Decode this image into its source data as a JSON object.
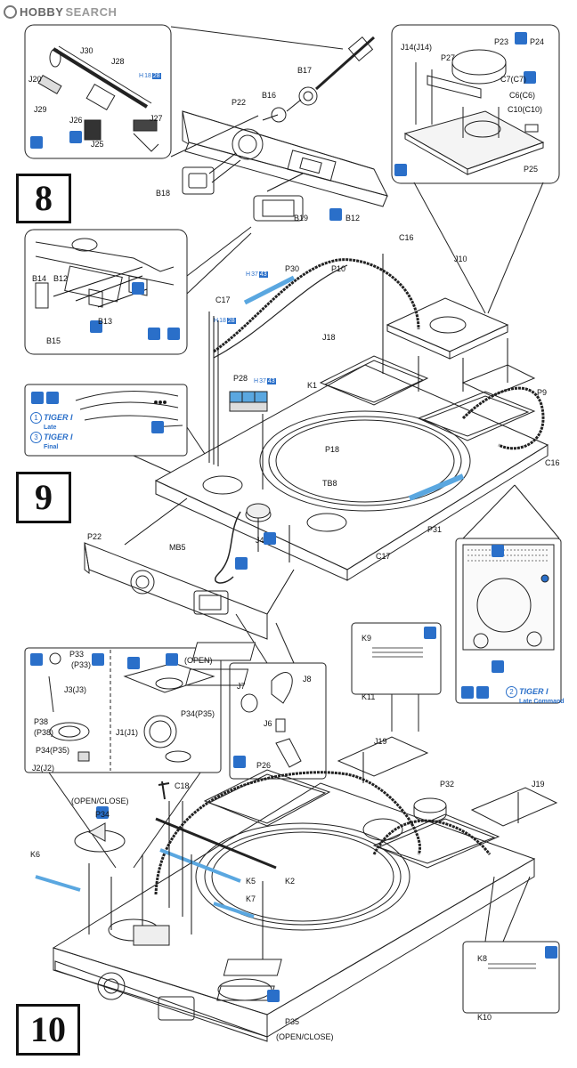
{
  "watermark": {
    "brand": "HOBBY",
    "separator": "SEARCH"
  },
  "steps": {
    "s8": "8",
    "s9": "9",
    "s10": "10"
  },
  "callouts_step8": {
    "gun_inset": [
      "J30",
      "J28",
      "J20",
      "J29",
      "J26",
      "J27",
      "J25"
    ],
    "gun_inset_h": "H",
    "gun_inset_h_vals": [
      "18",
      "28"
    ],
    "hatch_inset": [
      "J14(J14)",
      "P27",
      "P23",
      "P24",
      "C7(C7)",
      "C6(C6)",
      "C10(C10)",
      "P25"
    ],
    "main": [
      "B17",
      "B16",
      "P22",
      "B18",
      "B19",
      "B12"
    ]
  },
  "callouts_step9": {
    "left_inset": [
      "B14",
      "B12",
      "B13",
      "B15"
    ],
    "main": [
      "C16",
      "J10",
      "P30",
      "P10",
      "C17",
      "J18",
      "P28",
      "K1",
      "P9",
      "P18",
      "TB8",
      "C16",
      "J4",
      "MB5",
      "P22",
      "P31",
      "C17"
    ],
    "h_vals_top": [
      "37",
      "43"
    ],
    "h_vals_mid": [
      "18",
      "28"
    ],
    "h_vals_p28": [
      "37",
      "43"
    ],
    "version_left": [
      {
        "num": "1",
        "name": "TIGER I",
        "sub": "Late"
      },
      {
        "num": "3",
        "name": "TIGER I",
        "sub": "Final"
      }
    ],
    "version_right": {
      "num": "2",
      "name": "TIGER I",
      "sub": "Late Command"
    }
  },
  "callouts_step10": {
    "left_inset_a": [
      "P33",
      "(P33)",
      "J3(J3)",
      "P38",
      "(P38)",
      "P34(P35)",
      "J2(J2)"
    ],
    "left_inset_b": [
      "(OPEN)",
      "J1(J1)",
      "P34(P35)"
    ],
    "mid_inset": [
      "J7",
      "J8",
      "J6",
      "P26"
    ],
    "right_inset": [
      "K9",
      "K11"
    ],
    "main": [
      "J19",
      "P32",
      "J19",
      "C18",
      "(OPEN/CLOSE)",
      "P34",
      "K6",
      "K5",
      "K2",
      "K7",
      "P35",
      "(OPEN/CLOSE)"
    ],
    "bottom_right_inset": [
      "K8",
      "K10"
    ]
  },
  "colors": {
    "line": "#222222",
    "accent_blue": "#2a6fc9",
    "part_blue": "#5aa7e0",
    "grey": "#888888"
  }
}
